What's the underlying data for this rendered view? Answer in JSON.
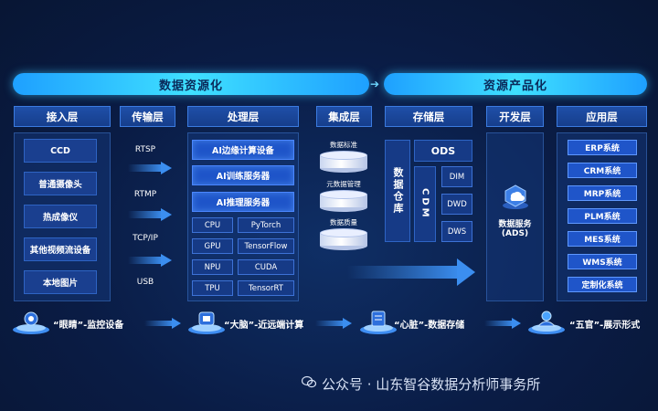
{
  "banners": {
    "left": "数据资源化",
    "right": "资源产品化"
  },
  "layers": [
    "接入层",
    "传输层",
    "处理层",
    "集成层",
    "存储层",
    "开发层",
    "应用层"
  ],
  "access_items": [
    "CCD",
    "普通摄像头",
    "热成像仪",
    "其他视频流设备",
    "本地图片"
  ],
  "protocols": [
    "RTSP",
    "RTMP",
    "TCP/IP",
    "USB"
  ],
  "processing": {
    "main": [
      "AI边缘计算设备",
      "AI训练服务器",
      "AI推理服务器"
    ],
    "grid": [
      [
        "CPU",
        "PyTorch"
      ],
      [
        "GPU",
        "TensorFlow"
      ],
      [
        "NPU",
        "CUDA"
      ],
      [
        "TPU",
        "TensorRT"
      ]
    ]
  },
  "integration": [
    "数据标准",
    "元数据管理",
    "数据质量"
  ],
  "storage": {
    "warehouse": "数据仓库",
    "ods": "ODS",
    "cdm": "CDM",
    "layers": [
      "DIM",
      "DWD",
      "DWS"
    ]
  },
  "development": {
    "line1": "数据服务",
    "line2": "(ADS)"
  },
  "applications": [
    "ERP系统",
    "CRM系统",
    "MRP系统",
    "PLM系统",
    "MES系统",
    "WMS系统",
    "定制化系统"
  ],
  "bottom": [
    "“眼睛”-监控设备",
    "“大脑”-近远端计算",
    "“心脏”-数据存储",
    "“五官”-展示形式"
  ],
  "footer": "公众号 · 山东智谷数据分析师事务所",
  "colors": {
    "accent": "#3fe0ff",
    "box": "#1f55c9",
    "background": "#0a1a3c"
  }
}
